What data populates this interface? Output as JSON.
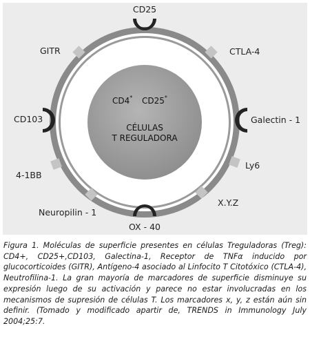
{
  "diagram": {
    "cell_center_lines": [
      "CÉLULAS",
      "T REGULADORA"
    ],
    "core_markers": [
      {
        "text": "CD4",
        "superscript": "*"
      },
      {
        "text": "CD25",
        "superscript": "*"
      }
    ],
    "markers": {
      "cd25": "CD25",
      "ctla4": "CTLA-4",
      "galectin": "Galectin - 1",
      "ly6": "Ly6",
      "xyz": "X.Y.Z",
      "ox40": "OX - 40",
      "neuropilin": "Neuropilin - 1",
      "bb41": "4-1BB",
      "cd103": "CD103",
      "gitr": "GITR"
    },
    "colors": {
      "panel": "#ececec",
      "ring": "#8a8a8a",
      "membrane": "#ffffff",
      "core": "#9e9e9e",
      "receptor": "#232323",
      "square": "#c4c4c4"
    }
  },
  "caption": {
    "label": "Figura 1",
    "text": ". Moléculas de superficie presentes en células Treguladoras (Treg): CD4+, CD25+,CD103, Galectina-1, Receptor de TNFα inducido por glucocorticoides (GITR), Antígeno-4 asociado al Linfocito T Citotóxico (CTLA-4), Neutrofilina-1. La gran mayoría de marcadores de superficie disminuye su expresión luego de su activación y parece no estar involucradas en los mecanismos de supresión de células T. Los marcadores x, y, z están aún sin definir. (Tomado y modificado apartir de, TRENDS in Immunology July 2004;25:7."
  }
}
